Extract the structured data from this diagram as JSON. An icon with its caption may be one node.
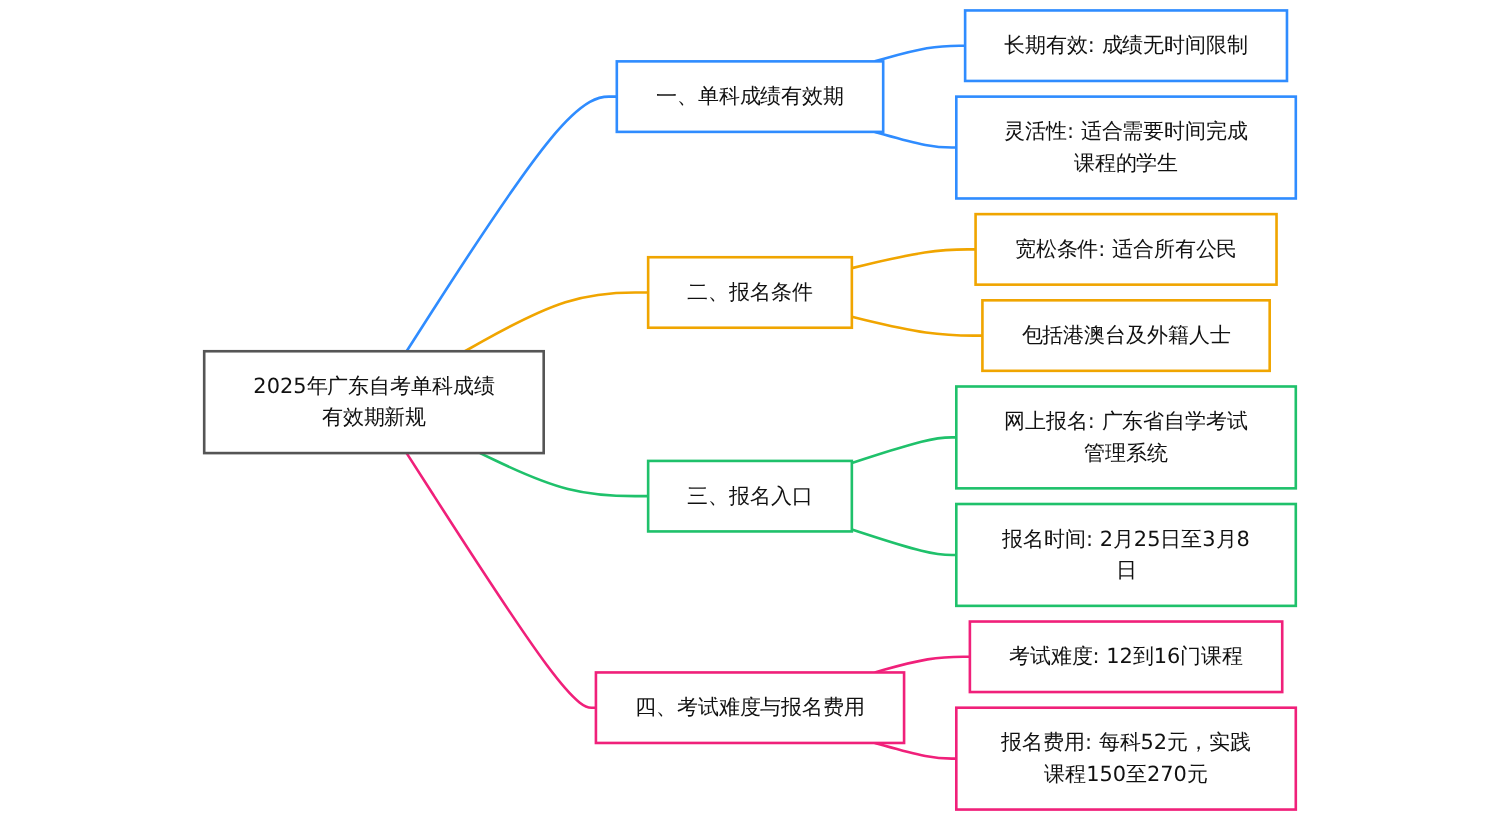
{
  "diagram": {
    "nodes": [
      {
        "text": [
          "2025年广东自考单科成绩有效期新规"
        ]
      },
      {
        "text": [
          "一、单科成绩有效期"
        ]
      },
      {
        "text": [
          "长期有效: 成绩无时间限制"
        ]
      },
      {
        "text": [
          "灵活性: 适合需要时间完成课程的学生"
        ]
      },
      {
        "text": [
          "二、报名条件"
        ]
      },
      {
        "text": [
          "宽松条件: 适合所有公民"
        ]
      },
      {
        "text": [
          "包括港澳台及外籍人士"
        ]
      },
      {
        "text": [
          "三、报名入口"
        ]
      },
      {
        "text": [
          "网上报名: 广东省自学考试管理系统"
        ]
      },
      {
        "text": [
          "报名时间: 2月25日至3月8日"
        ]
      },
      {
        "text": [
          "四、考试难度与报名费用"
        ]
      },
      {
        "text": [
          "考试难度: 12到16门课程"
        ]
      },
      {
        "text": [
          "报名费用: 每科52元，实践课程150至270元"
        ]
      }
    ],
    "edges": [
      {
        "from": 0,
        "to": 1,
        "arrow": "none",
        "color": "#2f8cff"
      },
      {
        "from": 1,
        "to": 2,
        "arrow": "none",
        "color": "#2f8cff"
      },
      {
        "from": 1,
        "to": 3,
        "arrow": "none",
        "color": "#2f8cff"
      },
      {
        "from": 0,
        "to": 4,
        "arrow": "none",
        "color": "#f0a500"
      },
      {
        "from": 4,
        "to": 5,
        "arrow": "none",
        "color": "#f0a500"
      },
      {
        "from": 4,
        "to": 6,
        "arrow": "none",
        "color": "#f0a500"
      },
      {
        "from": 0,
        "to": 7,
        "arrow": "none",
        "color": "#1fc16b"
      },
      {
        "from": 7,
        "to": 8,
        "arrow": "none",
        "color": "#1fc16b"
      },
      {
        "from": 7,
        "to": 9,
        "arrow": "none",
        "color": "#1fc16b"
      },
      {
        "from": 0,
        "to": 10,
        "arrow": "none",
        "color": "#f0207a"
      },
      {
        "from": 10,
        "to": 11,
        "arrow": "none",
        "color": "#f0207a"
      },
      {
        "from": 10,
        "to": 12,
        "arrow": "none",
        "color": "#f0207a"
      }
    ]
  }
}
